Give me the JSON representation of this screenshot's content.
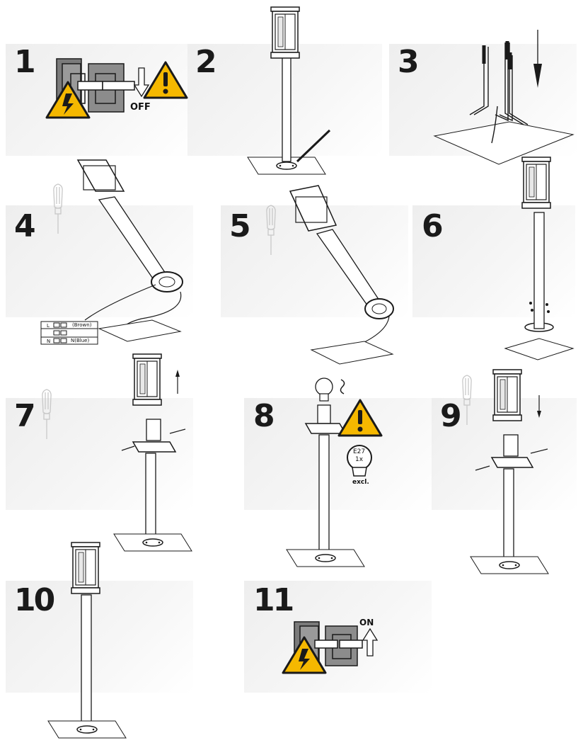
{
  "steps": [
    {
      "number": "1"
    },
    {
      "number": "2"
    },
    {
      "number": "3"
    },
    {
      "number": "4"
    },
    {
      "number": "5"
    },
    {
      "number": "6"
    },
    {
      "number": "7"
    },
    {
      "number": "8"
    },
    {
      "number": "9"
    },
    {
      "number": "10"
    },
    {
      "number": "11"
    }
  ],
  "switch_off_label": "OFF",
  "switch_on_label": "ON",
  "wiring": {
    "live": "L",
    "neutral": "N",
    "brown": "(Brown)",
    "blue": "N(Blue)"
  },
  "bulb_spec": {
    "socket": "E27",
    "count": "1x",
    "note": "excl."
  },
  "colors": {
    "warning_yellow": "#f5b800",
    "switch_gray": "#8c8c8c",
    "line": "#1a1a1a",
    "panel_bg": "#eeeeee"
  },
  "icons": [
    "electric-hazard-icon",
    "warning-icon",
    "screwdriver-icon",
    "arrow-down-icon",
    "arrow-up-icon",
    "bulb-icon"
  ]
}
